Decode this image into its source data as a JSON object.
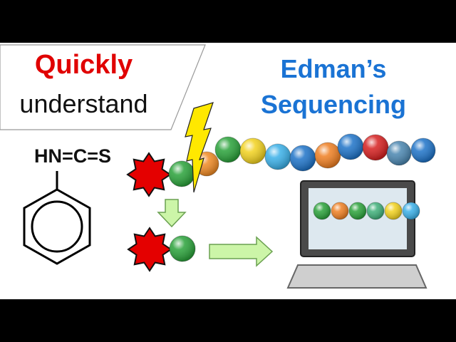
{
  "header": {
    "quickly": "Quickly",
    "understand": "understand"
  },
  "title": {
    "line1": "Edman’s",
    "line2": "Sequencing"
  },
  "reagent": {
    "formula": "HN=C=S"
  },
  "colors": {
    "quickly": "#e00000",
    "title": "#1a73d4",
    "tag": "#e40000",
    "bolt": "#ffe800",
    "arrow_fill": "#ccf5a8",
    "arrow_stroke": "#6aa050",
    "monitor_screen": "#dde8ef",
    "monitor_frame": "#4a4a4a"
  },
  "chain_colors": [
    "#f08a24",
    "#2aa23a",
    "#f2d21f",
    "#3ab0e8",
    "#1e73c8",
    "#ef7f22",
    "#1e73c8",
    "#d62020",
    "#4a86b0",
    "#1e73c8"
  ],
  "screen_colors": [
    "#2aa23a",
    "#ef7f22",
    "#2aa23a",
    "#3fb07a",
    "#f2d21f",
    "#3ab0e8"
  ],
  "cleaved_residue_color": "#2aa23a",
  "icons": {
    "bolt": "lightning-bolt-icon",
    "down_arrow": "down-arrow-icon",
    "right_arrow": "right-arrow-icon",
    "computer": "computer-monitor-icon",
    "benzene": "benzene-ring-icon",
    "tag": "pitc-tag-icon"
  }
}
